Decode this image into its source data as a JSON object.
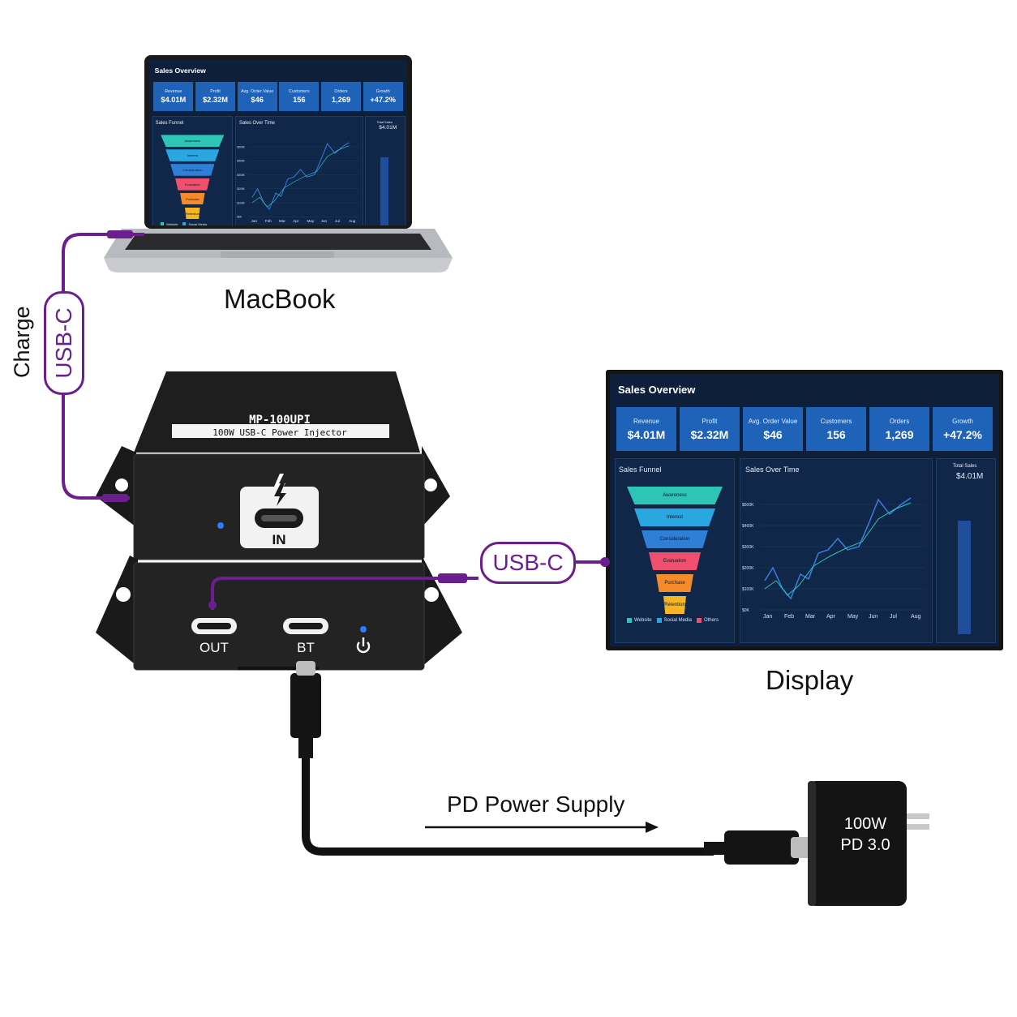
{
  "labels": {
    "macbook": "MacBook",
    "display": "Display",
    "charge": "Charge",
    "usbc_left": "USB-C",
    "usbc_right": "USB-C",
    "pd_supply": "PD Power Supply"
  },
  "injector": {
    "model": "MP-100UPI",
    "subtitle": "100W USB-C Power Injector",
    "port_in": "IN",
    "port_out": "OUT",
    "port_bt": "BT"
  },
  "charger": {
    "line1": "100W",
    "line2": "PD 3.0"
  },
  "dashboard": {
    "title": "Sales Overview",
    "kpis": [
      {
        "label": "Revenue",
        "value": "$4.01M"
      },
      {
        "label": "Profit",
        "value": "$2.32M"
      },
      {
        "label": "Avg. Order Value",
        "value": "$46"
      },
      {
        "label": "Customers",
        "value": "156"
      },
      {
        "label": "Orders",
        "value": "1,269"
      },
      {
        "label": "Growth",
        "value": "+47.2%"
      }
    ],
    "funnel_title": "Sales Funnel",
    "funnel": [
      {
        "label": "Awareness",
        "color": "#2ec4b6"
      },
      {
        "label": "Interest",
        "color": "#2aa7e0"
      },
      {
        "label": "Consideration",
        "color": "#2f7fd6"
      },
      {
        "label": "Evaluation",
        "color": "#f0506e"
      },
      {
        "label": "Purchase",
        "color": "#f58a2a"
      },
      {
        "label": "Retention",
        "color": "#f7b621"
      }
    ],
    "legend": [
      {
        "label": "Website",
        "color": "#2ec4b6"
      },
      {
        "label": "Social Media",
        "color": "#2aa7e0"
      },
      {
        "label": "Others",
        "color": "#f0506e"
      }
    ],
    "trend_title": "Sales Over Time",
    "months": [
      "Jan",
      "Feb",
      "Mar",
      "Apr",
      "May",
      "Jun",
      "Jul",
      "Aug"
    ],
    "y_ticks": [
      "$500K",
      "$400K",
      "$300K",
      "$200K",
      "$100K",
      "$0K"
    ],
    "total_title": "Total Sales",
    "total_value": "$4.01M",
    "total_fill": 0.78
  },
  "colors": {
    "purple": "#6b1f8f",
    "cable": "#111111",
    "device": "#1d1d1f",
    "port_panel": "#f2f2f2",
    "led": "#2f7bff"
  }
}
